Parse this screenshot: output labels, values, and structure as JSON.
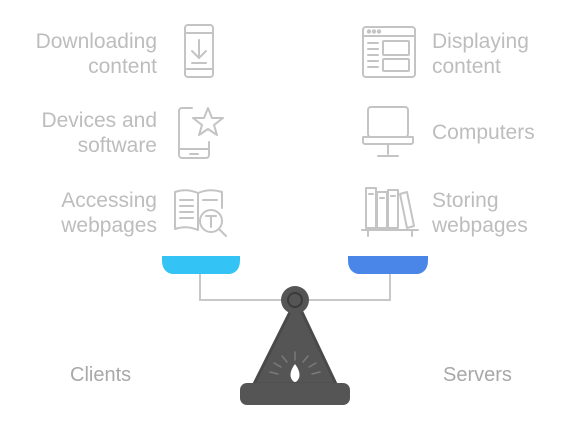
{
  "diagram": {
    "left_items": [
      {
        "line1": "Downloading",
        "line2": "content",
        "icon": "phone-download-icon"
      },
      {
        "line1": "Devices and",
        "line2": "software",
        "icon": "tablet-star-icon"
      },
      {
        "line1": "Accessing",
        "line2": "webpages",
        "icon": "book-search-icon"
      }
    ],
    "right_items": [
      {
        "line1": "Displaying",
        "line2": "content",
        "icon": "webpage-layout-icon"
      },
      {
        "line1": "Computers",
        "line2": "",
        "icon": "monitor-icon"
      },
      {
        "line1": "Storing",
        "line2": "webpages",
        "icon": "bookshelf-icon"
      }
    ],
    "left_side_label": "Clients",
    "right_side_label": "Servers",
    "colors": {
      "text": "#bdbdbd",
      "icon_stroke": "#c4c4c4",
      "left_pan": "#33c4f5",
      "right_pan": "#4a86e8",
      "scale_body": "#555555"
    }
  }
}
